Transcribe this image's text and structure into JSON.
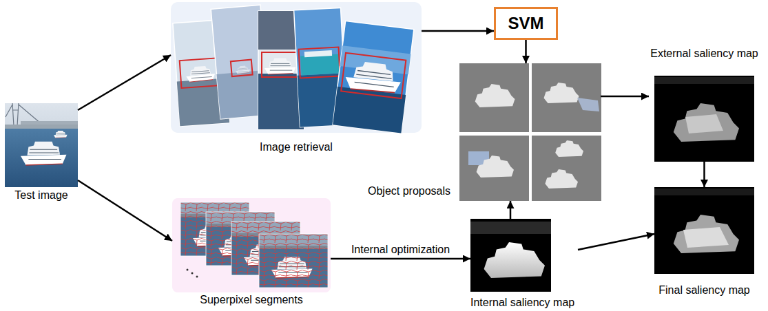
{
  "diagram": {
    "nodes": [
      {
        "text": [
          "Test image"
        ]
      },
      {
        "text": [
          "Image retrieval"
        ]
      },
      {
        "text": [
          "SVM"
        ]
      },
      {
        "text": [
          "Object proposals"
        ]
      },
      {
        "text": [
          "External saliency map"
        ]
      },
      {
        "text": [
          "Superpixel segments"
        ]
      },
      {
        "text": [
          "Internal saliency map"
        ]
      },
      {
        "text": [
          "Final saliency map"
        ]
      }
    ],
    "edges": [
      {
        "from": 0,
        "to": 1,
        "arrow": "to"
      },
      {
        "from": 0,
        "to": 5,
        "arrow": "to"
      },
      {
        "from": 1,
        "to": 2,
        "arrow": "to"
      },
      {
        "from": 2,
        "to": 3,
        "arrow": "to"
      },
      {
        "from": 3,
        "to": 4,
        "arrow": "to"
      },
      {
        "from": 4,
        "to": 7,
        "arrow": "to"
      },
      {
        "from": 5,
        "to": 6,
        "label": "Internal optimization",
        "arrow": "to"
      },
      {
        "from": 6,
        "to": 3,
        "arrow": "to"
      },
      {
        "from": 6,
        "to": 7,
        "arrow": "to"
      }
    ]
  }
}
